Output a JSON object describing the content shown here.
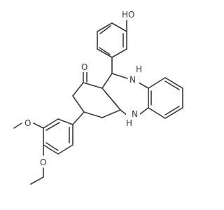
{
  "structure": {
    "atom_labels": {
      "hydroxyl_oxygen": "O",
      "hydroxyl_hydrogen": "H",
      "carbonyl_oxygen": "O",
      "amine_nitrogen_upper": "N",
      "amine_hydrogen_upper": "H",
      "amine_nitrogen_lower": "N",
      "amine_hydrogen_lower": "H",
      "methoxy_oxygen": "O",
      "ethoxy_oxygen": "O"
    },
    "line_color": "#3b3b3b",
    "background": "#ffffff"
  }
}
